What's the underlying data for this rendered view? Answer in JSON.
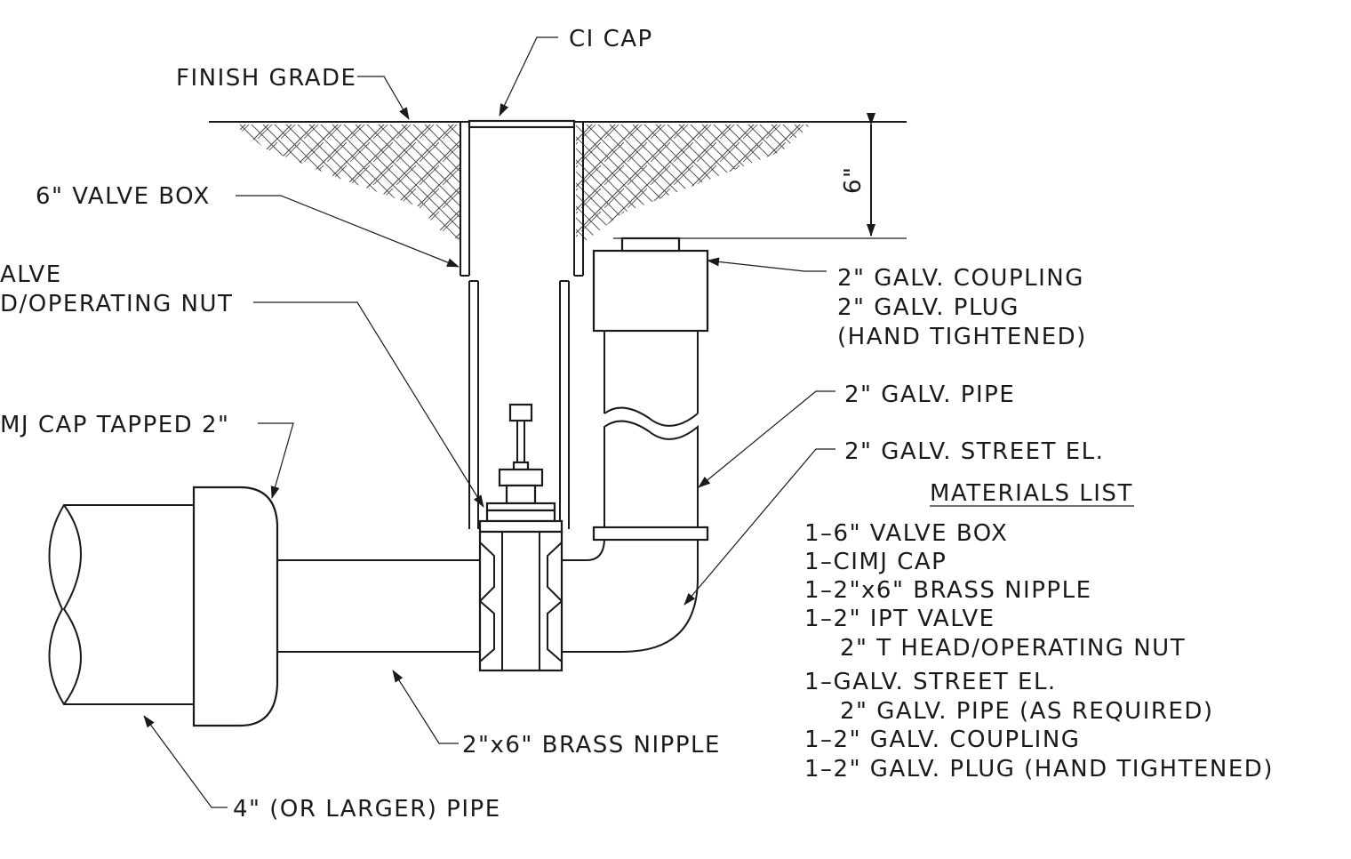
{
  "labels": {
    "ci_cap": "CI CAP",
    "finish_grade": "FINISH GRADE",
    "depth": "6\"",
    "valve_box": "6\" VALVE BOX",
    "valve_line1": "ALVE",
    "valve_line2": "D/OPERATING NUT",
    "mj_cap": "MJ CAP TAPPED 2\"",
    "coupling": "2\" GALV. COUPLING",
    "plug": "2\" GALV. PLUG",
    "hand_tightened": "(HAND TIGHTENED)",
    "galv_pipe": "2\" GALV. PIPE",
    "street_el": "2\" GALV. STREET EL.",
    "brass_nipple": "2\"x6\" BRASS NIPPLE",
    "main_pipe": "4\" (OR LARGER) PIPE"
  },
  "materials": {
    "title": "MATERIALS LIST",
    "items": [
      "1–6\" VALVE BOX",
      "1–CIMJ CAP",
      "1–2\"x6\" BRASS NIPPLE",
      "1–2\" IPT VALVE",
      "2\" T HEAD/OPERATING NUT",
      "1–GALV. STREET EL.",
      "2\" GALV. PIPE (AS REQUIRED)",
      "1–2\" GALV. COUPLING",
      "1–2\" GALV. PLUG (HAND TIGHTENED)"
    ]
  }
}
